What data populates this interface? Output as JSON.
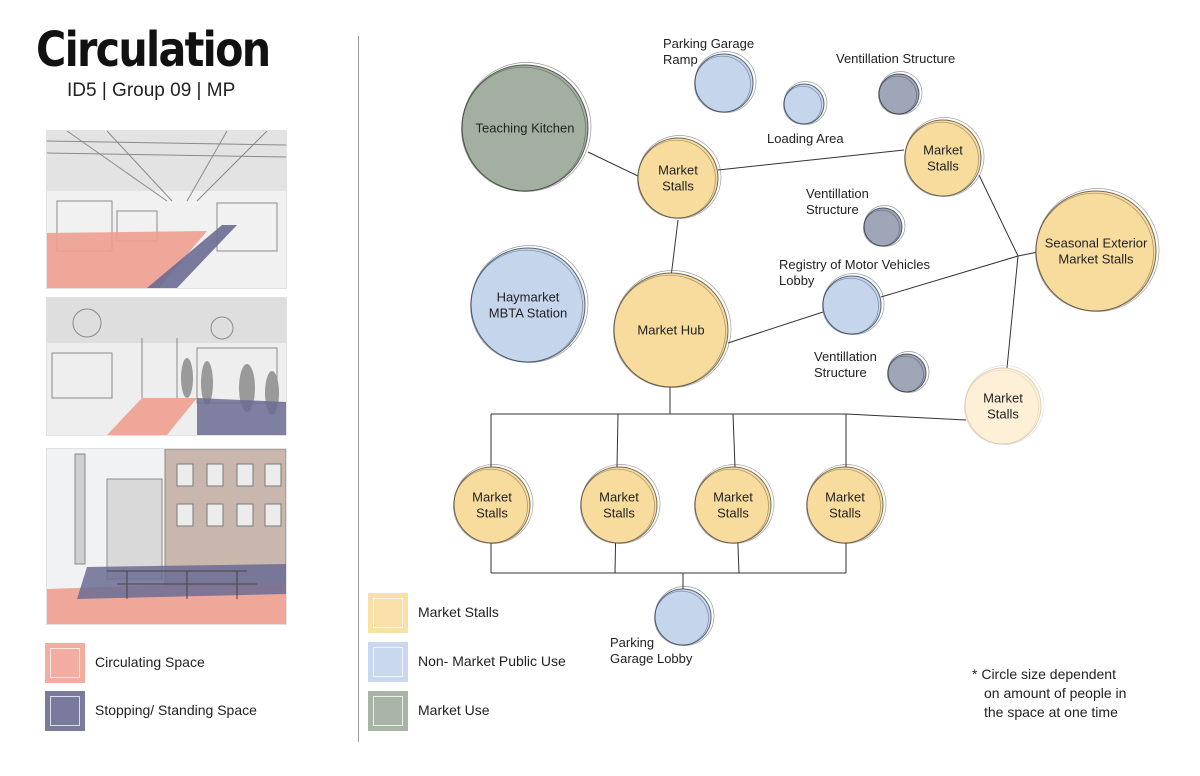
{
  "header": {
    "title": "Circulation",
    "subtitle": "ID5 | Group 09 | MP"
  },
  "colors": {
    "circulating": "#ee9f90",
    "stopping": "#6b6c93",
    "market_stalls": "#f8dc9e",
    "non_market_public": "#c5d5ec",
    "market_use": "#a3b0a1"
  },
  "photo_legend": [
    {
      "label": "Circulating Space",
      "color": "#f2aca0"
    },
    {
      "label": "Stopping/ Standing Space",
      "color": "#7a7a9c"
    }
  ],
  "type_legend": [
    {
      "label": "Market Stalls",
      "color": "#f9e0a8"
    },
    {
      "label": "Non- Market Public Use",
      "color": "#c9d8ee"
    },
    {
      "label": "Market Use",
      "color": "#a8b4a6"
    }
  ],
  "footnote": [
    "*  Circle size dependent",
    "on amount of people in",
    "the space at one time"
  ],
  "nodes": {
    "teaching_kitchen": {
      "lines": [
        "Teaching Kitchen"
      ],
      "type": "market_use"
    },
    "stalls_top": {
      "lines": [
        "Market",
        "Stalls"
      ],
      "type": "market_stalls"
    },
    "stalls_right": {
      "lines": [
        "Market",
        "Stalls"
      ],
      "type": "market_stalls"
    },
    "seasonal": {
      "lines": [
        "Seasonal Exterior",
        "Market Stalls"
      ],
      "type": "market_stalls"
    },
    "haymarket": {
      "lines": [
        "Haymarket",
        "MBTA Station"
      ],
      "type": "non_market_public"
    },
    "hub": {
      "lines": [
        "Market Hub"
      ],
      "type": "market_stalls"
    },
    "stalls_pale": {
      "lines": [
        "Market",
        "Stalls"
      ],
      "type": "market_stalls"
    },
    "stalls_b1": {
      "lines": [
        "Market",
        "Stalls"
      ],
      "type": "market_stalls"
    },
    "stalls_b2": {
      "lines": [
        "Market",
        "Stalls"
      ],
      "type": "market_stalls"
    },
    "stalls_b3": {
      "lines": [
        "Market",
        "Stalls"
      ],
      "type": "market_stalls"
    },
    "stalls_b4": {
      "lines": [
        "Market",
        "Stalls"
      ],
      "type": "market_stalls"
    },
    "parking_ramp": {
      "lines": [
        "Parking Garage",
        "Ramp"
      ],
      "type": "non_market_public"
    },
    "loading": {
      "lines": [
        "Loading Area"
      ],
      "type": "non_market_public"
    },
    "vent_top": {
      "lines": [
        "Ventillation Structure"
      ],
      "type": "stopping"
    },
    "vent_mid": {
      "lines": [
        "Ventillation",
        "Structure"
      ],
      "type": "stopping"
    },
    "rmv": {
      "lines": [
        "Registry of Motor Vehicles",
        "Lobby"
      ],
      "type": "non_market_public"
    },
    "vent_low": {
      "lines": [
        "Ventillation",
        "Structure"
      ],
      "type": "stopping"
    },
    "parking_lobby": {
      "lines": [
        "Parking",
        "Garage Lobby"
      ],
      "type": "non_market_public"
    }
  }
}
